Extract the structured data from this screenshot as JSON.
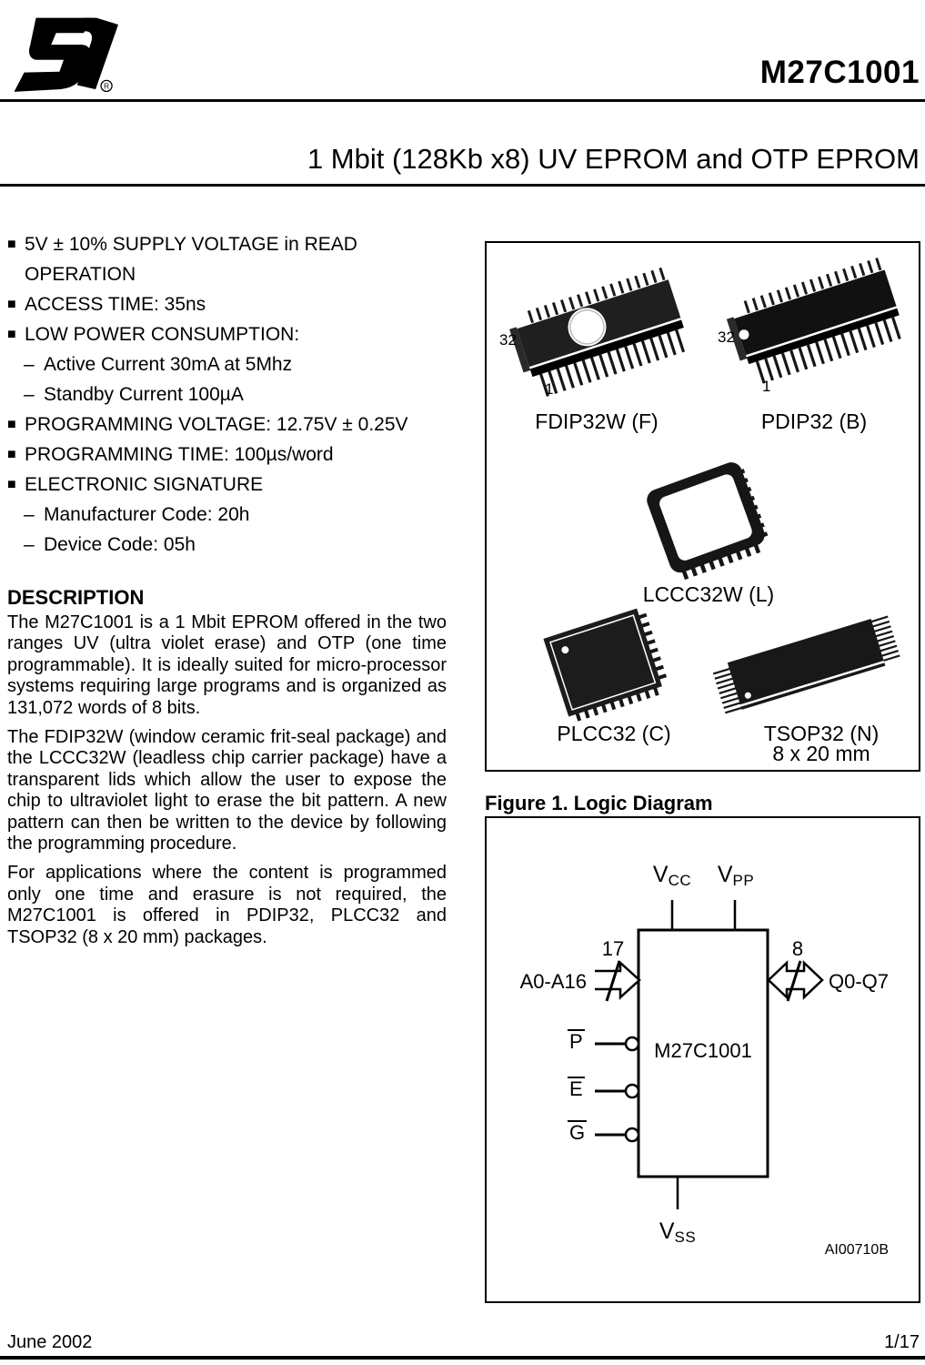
{
  "header": {
    "part_number": "M27C1001",
    "title": "1 Mbit (128Kb x8) UV EPROM and OTP EPROM",
    "logo": {
      "registered_mark": "R"
    }
  },
  "markers": {
    "bullet": "■",
    "dash": "–"
  },
  "features": [
    {
      "marker": "bullet",
      "text": "5V ± 10% SUPPLY VOLTAGE in READ OPERATION"
    },
    {
      "marker": "bullet",
      "text": "ACCESS TIME: 35ns"
    },
    {
      "marker": "bullet",
      "text": "LOW POWER CONSUMPTION:"
    },
    {
      "marker": "dash",
      "text": "Active Current 30mA at 5Mhz"
    },
    {
      "marker": "dash",
      "text": "Standby Current 100µA"
    },
    {
      "marker": "bullet",
      "text": "PROGRAMMING VOLTAGE: 12.75V ± 0.25V"
    },
    {
      "marker": "bullet",
      "text": "PROGRAMMING TIME: 100µs/word"
    },
    {
      "marker": "bullet",
      "text": "ELECTRONIC SIGNATURE"
    },
    {
      "marker": "dash",
      "text": "Manufacturer Code: 20h"
    },
    {
      "marker": "dash",
      "text": "Device Code: 05h"
    }
  ],
  "description": {
    "heading": "DESCRIPTION",
    "paragraphs": [
      "The M27C1001 is a 1 Mbit EPROM offered in the two ranges UV (ultra violet erase) and OTP (one time programmable). It is ideally suited for micro-processor systems requiring large programs and is organized as 131,072 words of 8 bits.",
      "The FDIP32W (window ceramic frit-seal package) and the LCCC32W (leadless chip carrier package) have a transparent lids which allow the user to expose the chip to ultraviolet light to erase the bit pattern. A new pattern can then be written to the device by following the programming procedure.",
      "For applications where the content is programmed only one time and erasure is not required, the M27C1001 is offered in PDIP32, PLCC32 and TSOP32 (8 x 20 mm) packages."
    ]
  },
  "packages": {
    "fdip": {
      "label": "FDIP32W (F)",
      "pin32": "32",
      "pin1": "1"
    },
    "pdip": {
      "label": "PDIP32 (B)",
      "pin32": "32",
      "pin1": "1"
    },
    "lccc": {
      "label": "LCCC32W (L)"
    },
    "plcc": {
      "label": "PLCC32 (C)"
    },
    "tsop": {
      "label": "TSOP32 (N)",
      "dimensions": "8 x 20 mm"
    }
  },
  "figure1": {
    "caption": "Figure 1. Logic Diagram",
    "chip_label": "M27C1001",
    "vcc_base": "V",
    "vcc_sub": "CC",
    "vpp_base": "V",
    "vpp_sub": "PP",
    "vss_base": "V",
    "vss_sub": "SS",
    "address_bus": {
      "width_label": "17",
      "name": "A0-A16"
    },
    "data_bus": {
      "width_label": "8",
      "name": "Q0-Q7"
    },
    "control_inputs": [
      {
        "name": "P"
      },
      {
        "name": "E"
      },
      {
        "name": "G"
      }
    ],
    "reference": "AI00710B"
  },
  "footer": {
    "date": "June 2002",
    "page_number": "1/17"
  }
}
